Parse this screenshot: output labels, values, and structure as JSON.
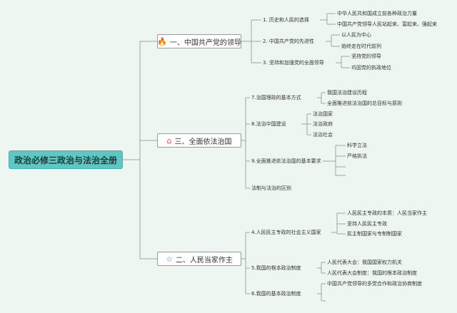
{
  "root": {
    "label": "政治必修三政治与法治全册"
  },
  "branches": [
    {
      "label": "一、中国共产党的领导",
      "icon": "fire-icon",
      "items": [
        {
          "label": "1. 历史和人民的选择",
          "children": [
            "中华人民共和国成立前各种政治力量",
            "中国共产党领导人民站起来、富起来、强起来"
          ]
        },
        {
          "label": "2. 中国共产党的先进性",
          "children": [
            "以人民为中心",
            "始终走在时代前列"
          ]
        },
        {
          "label": "3. 坚持和加强党的全面领导",
          "children": [
            "坚持党的领导",
            "巩固党的执政地位"
          ]
        }
      ]
    },
    {
      "label": "三、全面依法治国",
      "icon": "house-icon",
      "items": [
        {
          "label": "7.治国理政的基本方式",
          "children": [
            "我国法治建设历程",
            "全面推进依法治国的总目标与原则"
          ]
        },
        {
          "label": "8.法治中国建设",
          "children": [
            "法治国家",
            "法治政府",
            "法治社会"
          ]
        },
        {
          "label": "9.全面推进依法治国的基本要求",
          "children": [
            "科学立法",
            "严格执法",
            "",
            ""
          ]
        },
        {
          "label": "法制与法治的区别",
          "children": []
        }
      ]
    },
    {
      "label": "二、人民当家作主",
      "icon": "star-icon",
      "items": [
        {
          "label": "4.人民民主专政的社会主义国家",
          "children": [
            "人民民主专政的本质：人民当家作主",
            "坚持人民民主专政",
            "民主制国家与专制制国家"
          ]
        },
        {
          "label": "5.我国的根本政治制度",
          "children": [
            "人民代表大会：我国国家权力机关",
            "人民代表大会制度：我国的根本政治制度"
          ]
        },
        {
          "label": "6.我国的基本政治制度",
          "children": [
            "中国共产党领导的多党合作和政治协商制度",
            ""
          ]
        }
      ]
    }
  ],
  "colors": {
    "background": "#eef6f2",
    "root_fill": "#5fc7c3",
    "line": "#9aa6a2",
    "branch_border": "#9a9a9a"
  }
}
